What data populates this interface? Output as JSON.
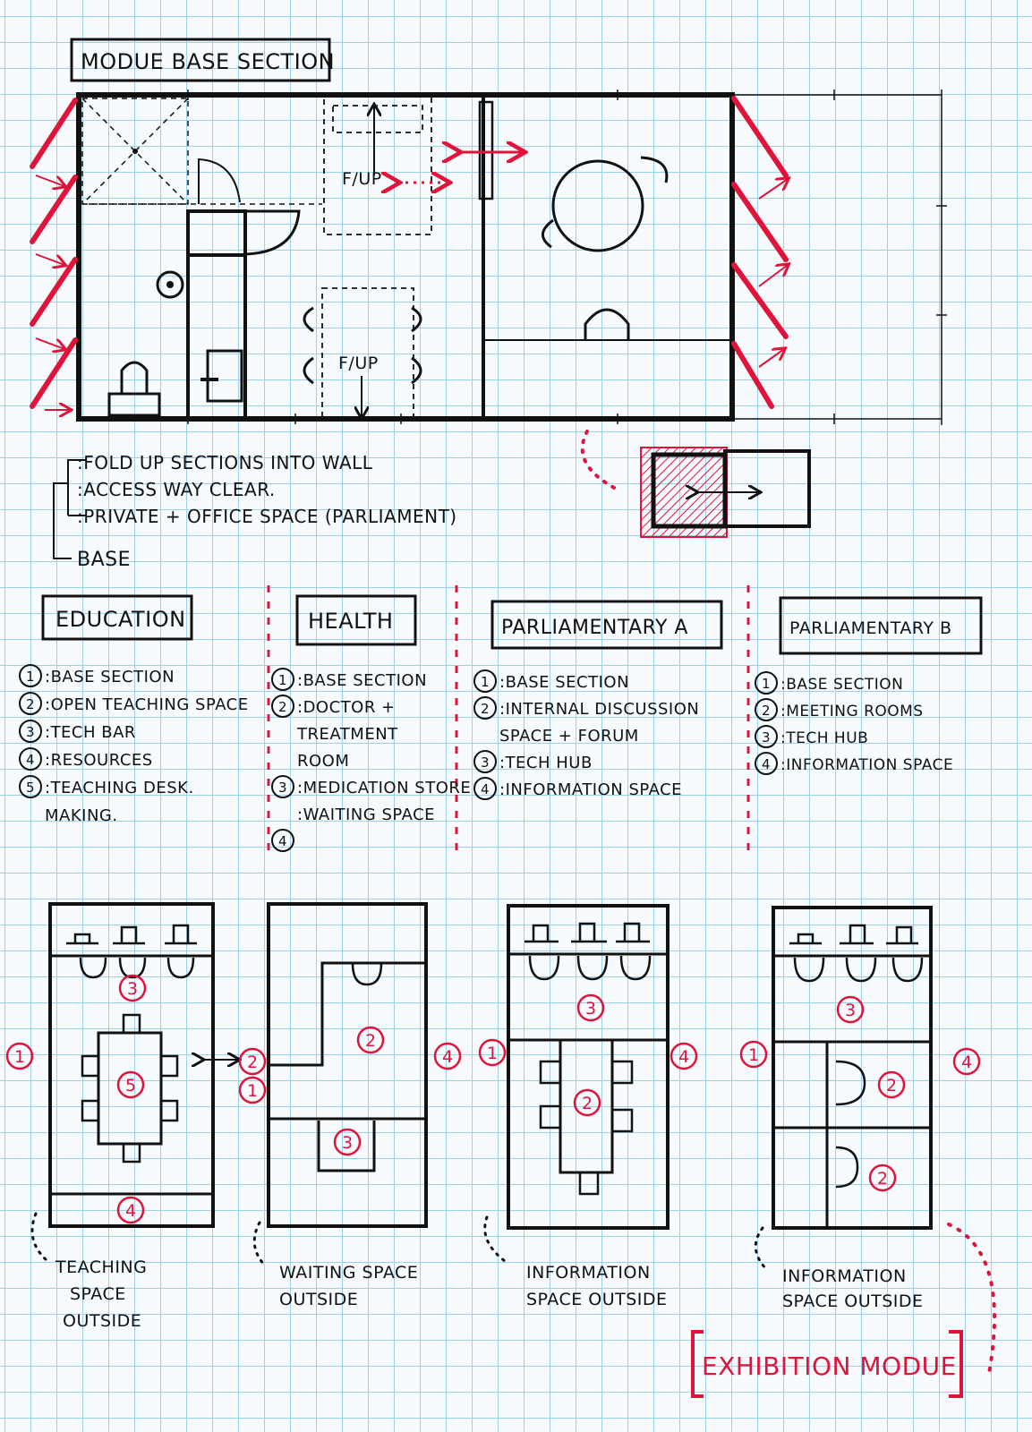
{
  "sheet_title": "MODUE BASE SECTION",
  "base_plan": {
    "fup_label_1": "F/UP",
    "fup_label_2": "F/UP"
  },
  "base_notes": {
    "lines": [
      ":FOLD UP SECTIONS INTO WALL",
      ":ACCESS WAY CLEAR.",
      ":PRIVATE + OFFICE SPACE (PARLIAMENT)"
    ],
    "arrow_label": "BASE"
  },
  "modules": [
    {
      "title": "EDUCATION",
      "items": [
        {
          "num": "1",
          "text": ":BASE SECTION"
        },
        {
          "num": "2",
          "text": ":OPEN TEACHING SPACE"
        },
        {
          "num": "3",
          "text": ":TECH BAR"
        },
        {
          "num": "4",
          "text": ":RESOURCES"
        },
        {
          "num": "5",
          "text": ":TEACHING DESK."
        },
        {
          "num": "",
          "text": "MAKING."
        }
      ],
      "plan_labels": {
        "left": "1",
        "upper": "3",
        "center": "5",
        "bottom": "4"
      },
      "caption": [
        "TEACHING",
        "SPACE",
        "OUTSIDE"
      ]
    },
    {
      "title": "HEALTH",
      "items": [
        {
          "num": "1",
          "text": ":BASE SECTION"
        },
        {
          "num": "2",
          "text": ":DOCTOR +"
        },
        {
          "num": "",
          "text": "TREATMENT"
        },
        {
          "num": "",
          "text": "ROOM"
        },
        {
          "num": "3",
          "text": ":MEDICATION STORE"
        },
        {
          "num": "",
          "text": ":WAITING SPACE"
        },
        {
          "num": "4",
          "text": ""
        }
      ],
      "plan_labels": {
        "left_top": "2",
        "left_bottom": "1",
        "center": "2",
        "lower": "3",
        "right": "4"
      },
      "caption": [
        "WAITING SPACE",
        "OUTSIDE"
      ]
    },
    {
      "title": "PARLIAMENTARY A",
      "items": [
        {
          "num": "1",
          "text": ":BASE SECTION"
        },
        {
          "num": "2",
          "text": ":INTERNAL DISCUSSION"
        },
        {
          "num": "",
          "text": "SPACE + FORUM"
        },
        {
          "num": "3",
          "text": ":TECH HUB"
        },
        {
          "num": "4",
          "text": ":INFORMATION SPACE"
        }
      ],
      "plan_labels": {
        "left": "1",
        "upper": "3",
        "center": "2",
        "right": "4"
      },
      "caption": [
        "INFORMATION",
        "SPACE OUTSIDE"
      ]
    },
    {
      "title": "PARLIAMENTARY B",
      "items": [
        {
          "num": "1",
          "text": ":BASE SECTION"
        },
        {
          "num": "2",
          "text": ":MEETING ROOMS"
        },
        {
          "num": "3",
          "text": ":TECH HUB"
        },
        {
          "num": "4",
          "text": ":INFORMATION SPACE"
        }
      ],
      "plan_labels": {
        "left": "1",
        "upper": "3",
        "room1": "2",
        "room2": "2",
        "right": "4"
      },
      "caption": [
        "INFORMATION",
        "SPACE OUTSIDE"
      ]
    }
  ],
  "footer_title": "EXHIBITION MODUE",
  "colors": {
    "ink": "#111111",
    "accent": "#e0133a",
    "grid": "#9fd0ea"
  }
}
